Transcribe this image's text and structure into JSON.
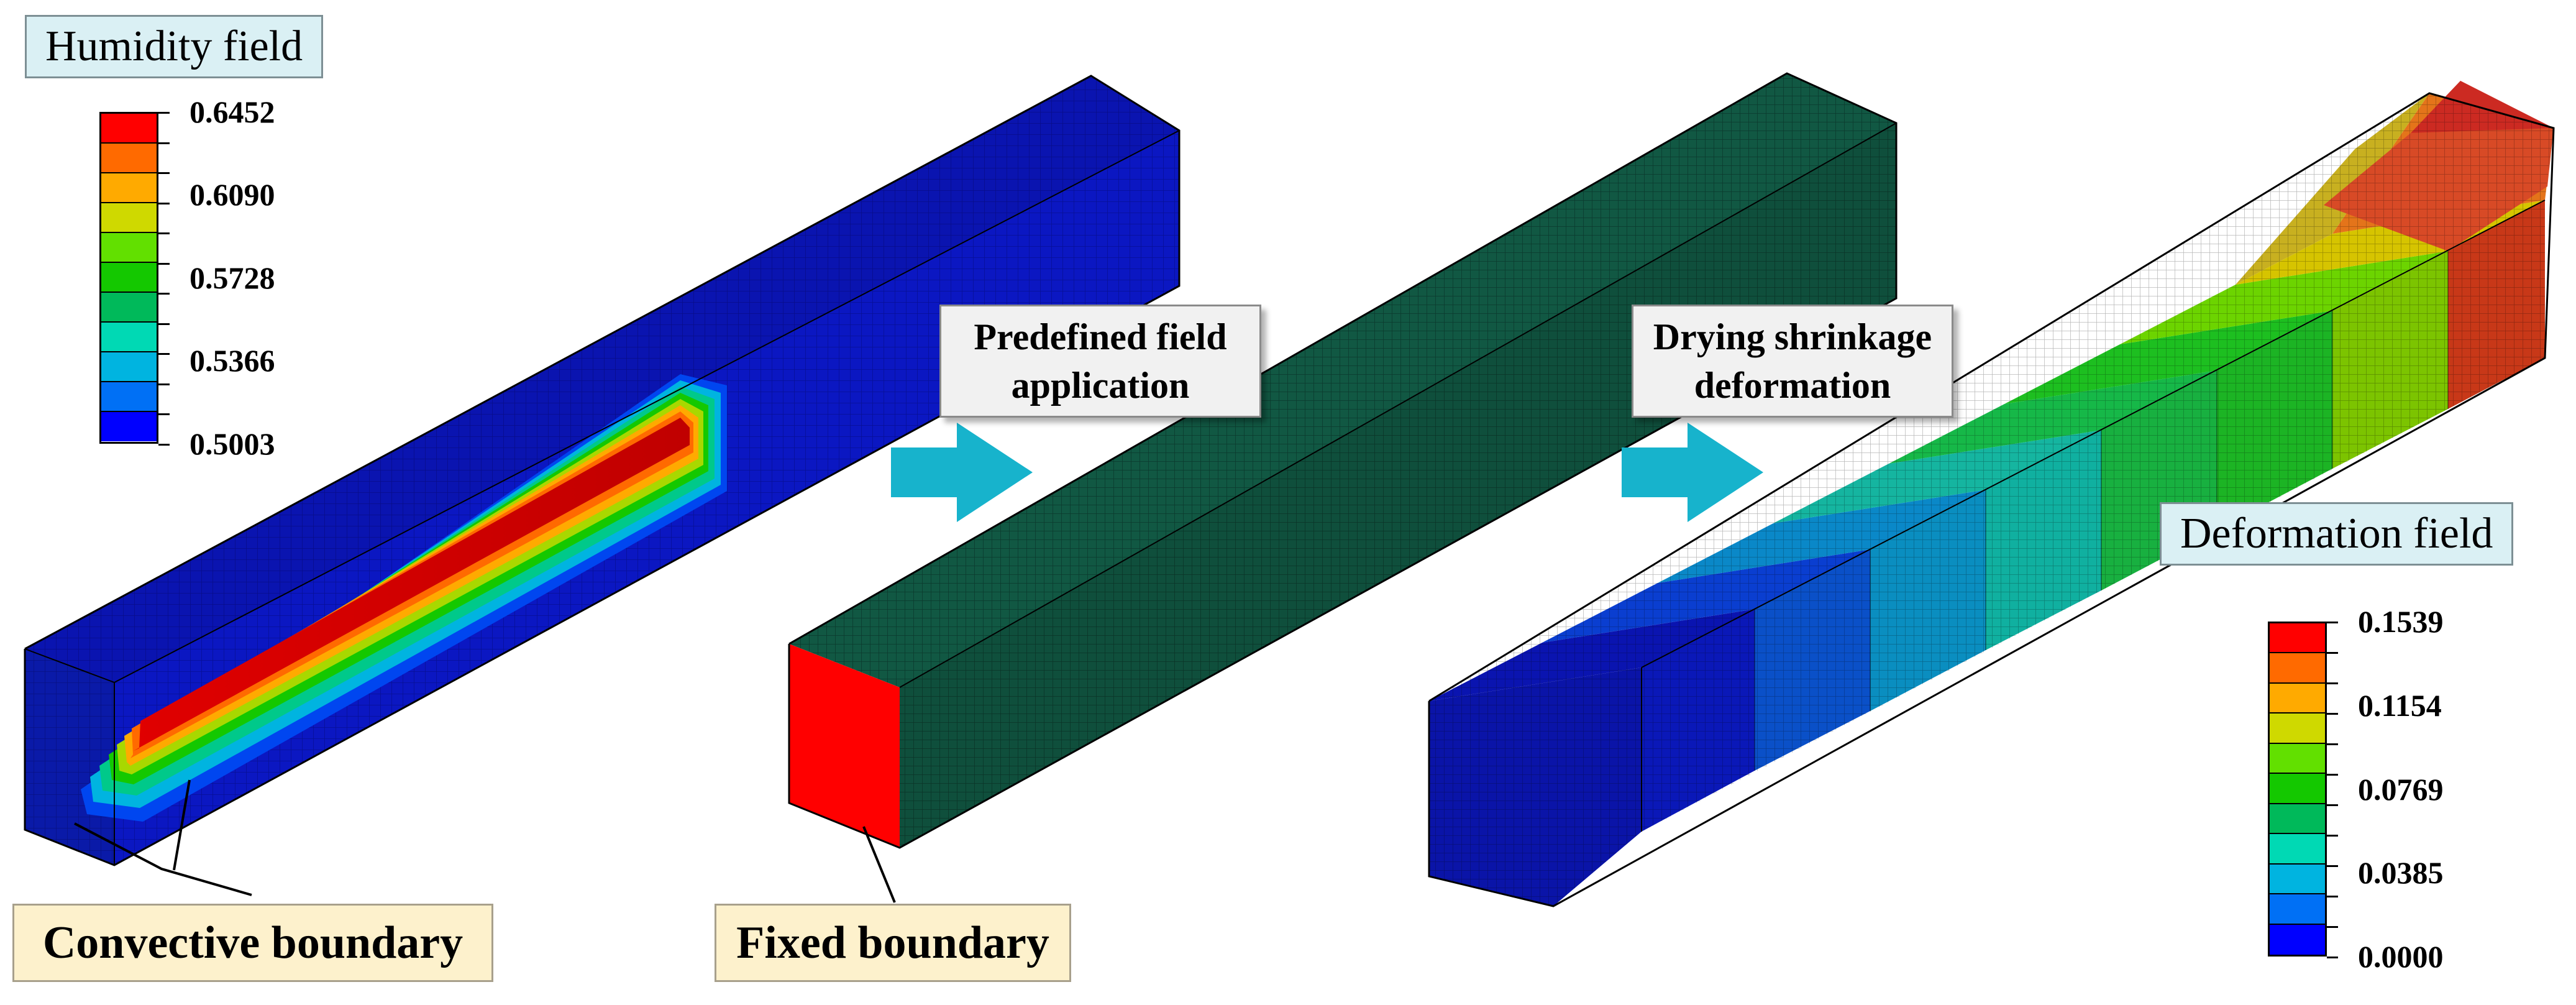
{
  "humidity": {
    "title": "Humidity field",
    "legend_values": [
      "0.6452",
      "0.6090",
      "0.5728",
      "0.5366",
      "0.5003"
    ],
    "colors": [
      "#ff0000",
      "#ff6a00",
      "#ffaa00",
      "#cfd900",
      "#62e000",
      "#14c800",
      "#00b95a",
      "#00d9b4",
      "#00b4e0",
      "#0070f5",
      "#0000ff"
    ]
  },
  "deformation": {
    "title": "Deformation field",
    "legend_values": [
      "0.1539",
      "0.1154",
      "0.0769",
      "0.0385",
      "0.0000"
    ],
    "colors": [
      "#ff0000",
      "#ff6a00",
      "#ffaa00",
      "#cfd900",
      "#62e000",
      "#14c800",
      "#00b95a",
      "#00d9b4",
      "#00b4e0",
      "#0070f5",
      "#0000ff"
    ]
  },
  "steps": [
    {
      "line1": "Predefined field",
      "line2": "application"
    },
    {
      "line1": "Drying shrinkage",
      "line2": "deformation"
    }
  ],
  "boundaries": {
    "convective": "Convective boundary",
    "fixed": "Fixed boundary"
  },
  "colors": {
    "mesh_teal": "#115843",
    "arrow": "#17b3cc",
    "fixed_face": "#ff0000",
    "humidity_base": "#0a14b0"
  }
}
